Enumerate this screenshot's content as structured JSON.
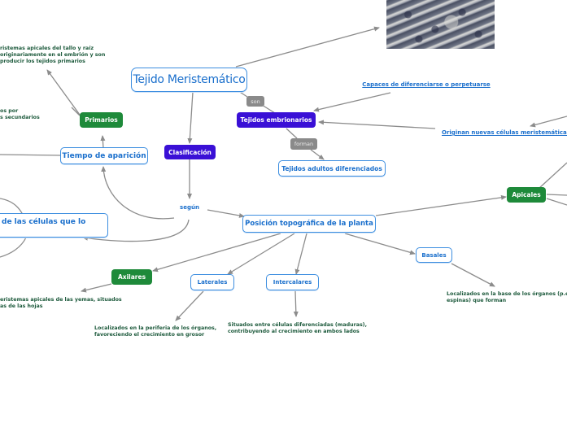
{
  "title": "Tejido Meristemático",
  "connectors": {
    "son": "son",
    "forman": "forman",
    "segun": "según"
  },
  "nodes": {
    "tejidos_embrionarios": "Tejidos embrionarios",
    "tejidos_adultos": "Tejidos adultos diferenciados",
    "capaces": "Capaces de diferenciarse o perpetuarse",
    "originan": "Originan nuevas células meristemáticas",
    "clasificacion": "Clasificación",
    "primarios": "Primarios",
    "tiempo_aparicion": "Tiempo de aparición",
    "origen_celulas": "de las células que lo",
    "posicion": "Posición topográfica de la planta",
    "apicales": "Apicales",
    "axilares": "Axilares",
    "laterales": "Laterales",
    "intercalares": "Intercalares",
    "basales": "Basales"
  },
  "notes": {
    "primarios_desc": [
      "ristemas apicales del tallo y raíz",
      "originariamente en el embrión y son",
      " producir los tejidos primarios"
    ],
    "secundarios_desc": [
      "os por",
      "s secundarios"
    ],
    "axilares_desc": [
      "eristemas apicales de las yemas, situados",
      "as de las hojas"
    ],
    "laterales_desc": [
      "Localizados en la periferia de los órganos,",
      "favoreciendo el crecimiento en grosor"
    ],
    "intercalares_desc": [
      "Situados entre células diferenciadas (maduras),",
      "contribuyendo al crecimiento en ambos lados"
    ],
    "basales_desc": [
      "Localizados en la base de los órganos (p.e.,",
      "espinas) que forman"
    ]
  },
  "image": {
    "alt": "meristematic-cells-micrograph"
  },
  "colors": {
    "outline_blue": "#3d8ee0",
    "purple": "#3a10d6",
    "green": "#1e8a3a",
    "connector_gray": "#8a8a8a",
    "note_green": "#1d5a3c",
    "edge": "#8c8c8c"
  }
}
